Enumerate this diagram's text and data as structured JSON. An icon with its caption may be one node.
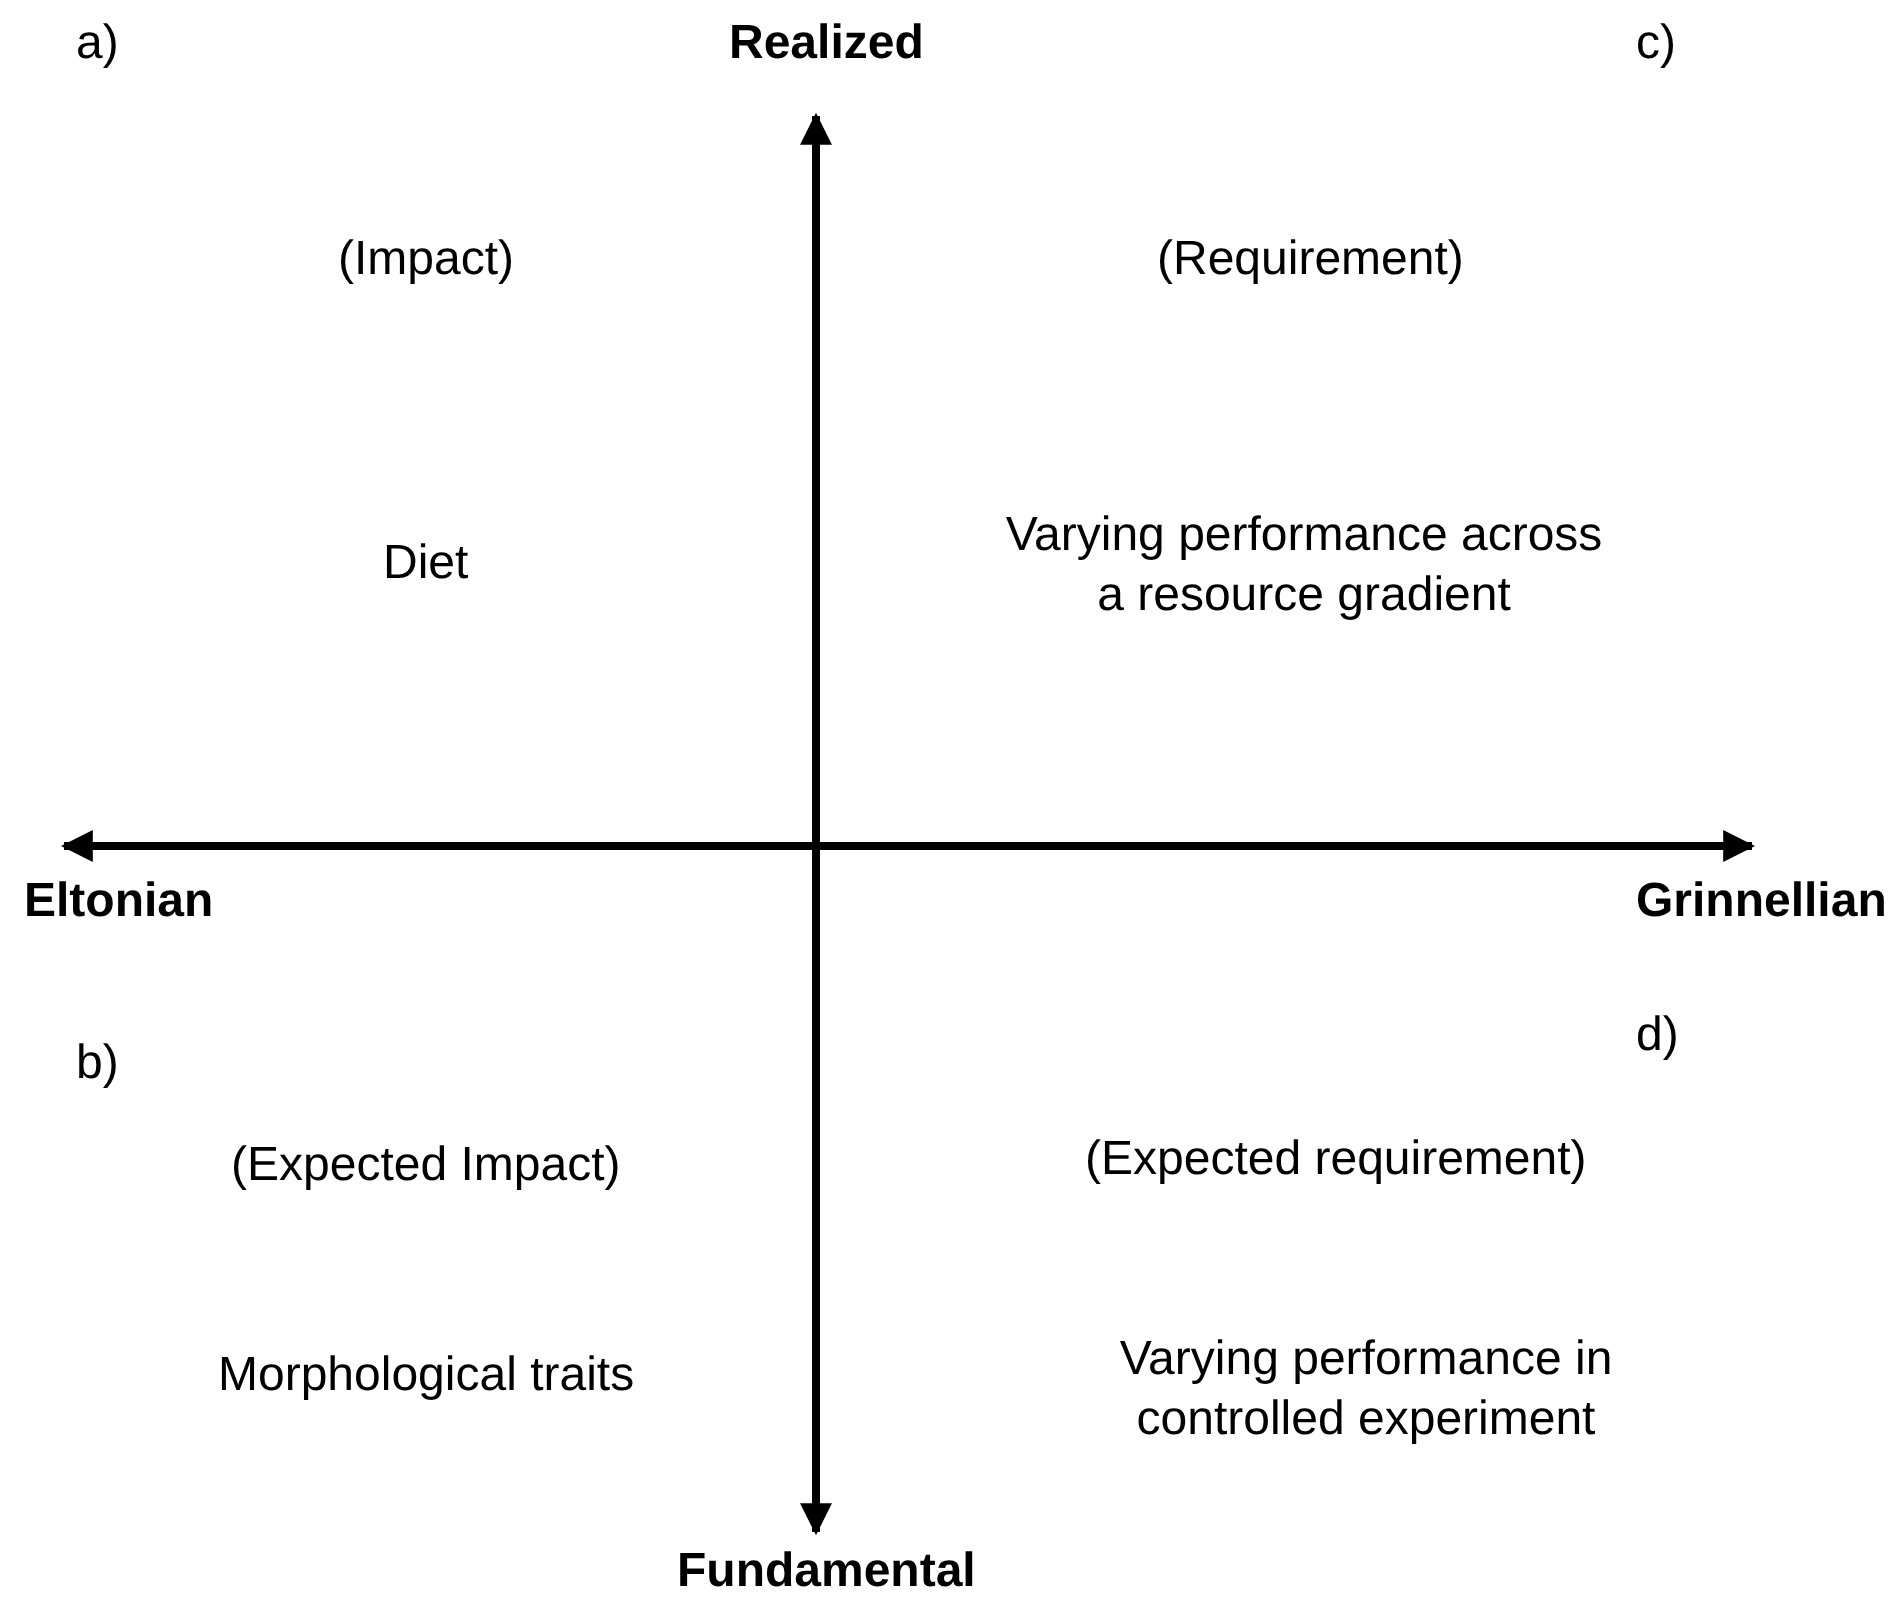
{
  "diagram": {
    "labels": [
      "a)",
      "Realized",
      "c)",
      "(Impact)",
      "(Requirement)",
      "Diet",
      "Varying performance across a resource gradient",
      "Eltonian",
      "Grinnellian",
      "b)",
      "d)",
      "(Expected Impact)",
      "(Expected requirement)",
      "Morphological traits",
      "Varying performance in controlled experiment",
      "Fundamental"
    ]
  }
}
